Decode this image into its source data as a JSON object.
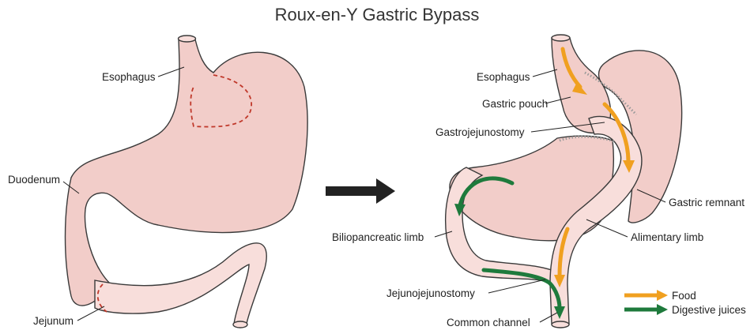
{
  "title": "Roux-en-Y Gastric Bypass",
  "before": {
    "labels": {
      "esophagus": "Esophagus",
      "duodenum": "Duodenum",
      "jejunum": "Jejunum"
    }
  },
  "after": {
    "labels": {
      "esophagus": "Esophagus",
      "gastric_pouch": "Gastric pouch",
      "gastrojejunostomy": "Gastrojejunostomy",
      "gastric_remnant": "Gastric remnant",
      "alimentary_limb": "Alimentary limb",
      "biliopancreatic_limb": "Biliopancreatic limb",
      "jejunojejunostomy": "Jejunojejunostomy",
      "common_channel": "Common channel"
    }
  },
  "legend": {
    "items": [
      {
        "label": "Food",
        "color": "#f0a020"
      },
      {
        "label": "Digestive juices",
        "color": "#1e7a3c"
      }
    ]
  },
  "colors": {
    "tissue": "#f2cdc9",
    "tissue_light": "#f8dedb",
    "outline": "#3a3a3a",
    "cut_line": "#c0392b",
    "staples": "#9a9a9a",
    "transition_arrow": "#222222"
  }
}
